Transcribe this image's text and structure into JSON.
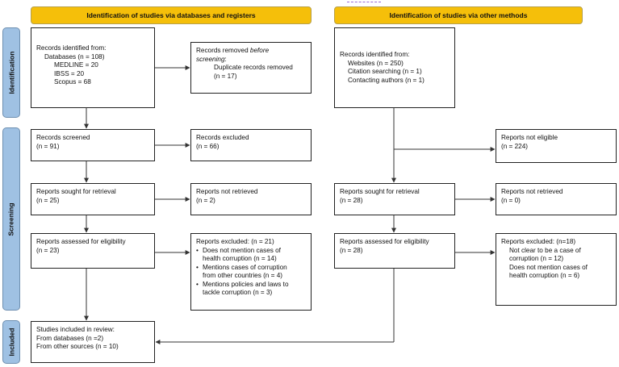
{
  "headers": {
    "left": "Identification of studies via databases and registers",
    "right": "Identification of studies via other methods"
  },
  "phases": {
    "identification": "Identification",
    "screening": "Screening",
    "included": "Included"
  },
  "left": {
    "records_identified": {
      "line1": "Records identified from:",
      "line2": "Databases (n = 108)",
      "line3": "MEDLINE = 20",
      "line4": "IBSS = 20",
      "line5": "Scopus = 68"
    },
    "records_removed": {
      "line1_a": "Records removed ",
      "line1_b": "before",
      "line2": "screening",
      "line2_b": ":",
      "line3": "Duplicate records removed",
      "line4": "(n = 17)"
    },
    "records_screened": {
      "line1": "Records screened",
      "line2": "(n = 91)"
    },
    "records_excluded": {
      "line1": "Records excluded",
      "line2": "(n = 66)"
    },
    "reports_sought": {
      "line1": "Reports sought for retrieval",
      "line2": "(n = 25)"
    },
    "reports_not_retrieved": {
      "line1": "Reports not retrieved",
      "line2": "(n = 2)"
    },
    "reports_assessed": {
      "line1": "Reports assessed for eligibility",
      "line2": "(n = 23)"
    },
    "reports_excluded": {
      "line1": "Reports excluded: (n = 21)",
      "bullet": "•",
      "b1_l1": "Does not mention cases of",
      "b1_l2": "health corruption (n = 14)",
      "b2_l1": "Mentions cases of corruption",
      "b2_l2": "from other countries (n = 4)",
      "b3_l1": "Mentions policies and laws to",
      "b3_l2": "tackle corruption (n = 3)"
    },
    "included": {
      "line1": "Studies included in review:",
      "line2": "From databases (n =2)",
      "line3": "From other sources (n = 10)"
    }
  },
  "right": {
    "records_identified": {
      "line1": "Records identified from:",
      "line2": "Websites (n = 250)",
      "line3": "Citation searching (n = 1)",
      "line4": "Contacting authors (n = 1)"
    },
    "not_eligible": {
      "line1": "Reports not eligible",
      "line2": "(n = 224)"
    },
    "reports_sought": {
      "line1": "Reports sought for retrieval",
      "line2": "(n = 28)"
    },
    "reports_not_retrieved": {
      "line1": "Reports not retrieved",
      "line2": "(n = 0)"
    },
    "reports_assessed": {
      "line1": "Reports assessed for eligibility",
      "line2": "(n = 28)"
    },
    "reports_excluded": {
      "line1": "Reports excluded: (n=18)",
      "line2": "Not clear to be a case of",
      "line3": "corruption (n = 12)",
      "line4": "Does not mention cases of",
      "line5": "health corruption (n = 6)"
    }
  }
}
